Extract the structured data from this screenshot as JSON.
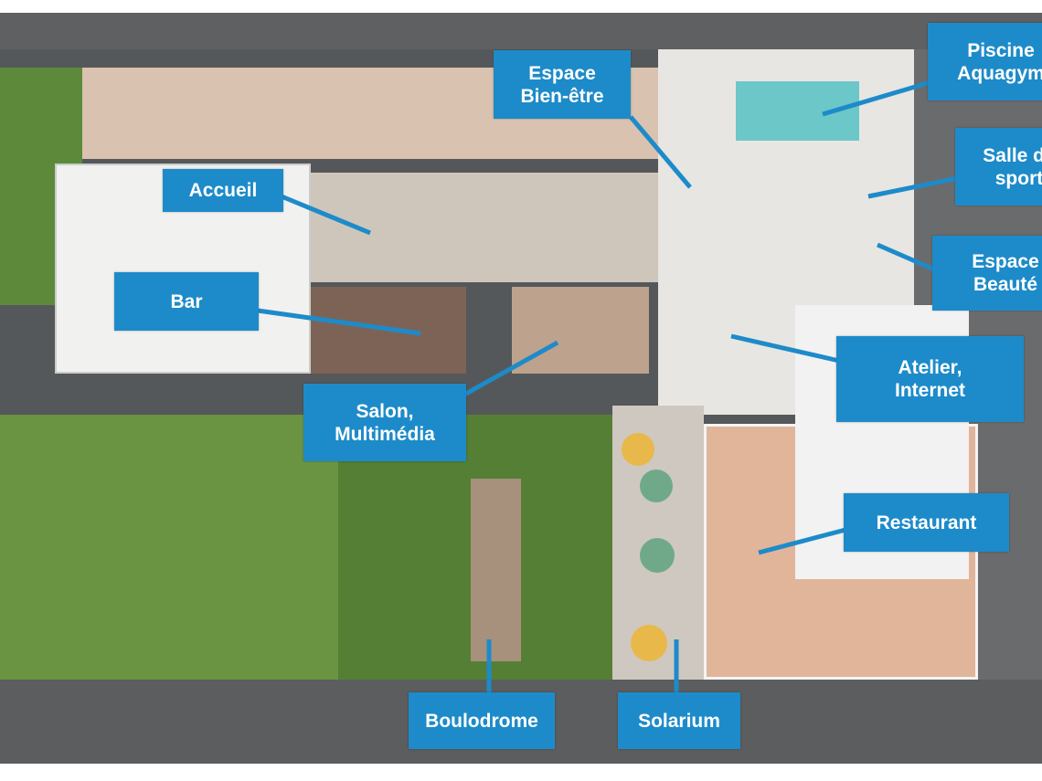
{
  "labels": {
    "espace_bien_etre": "Espace\nBien-être",
    "piscine": "Piscine\nAquagym",
    "accueil": "Accueil",
    "salle_sport": "Salle de\nsport",
    "espace_beaute": "Espace\nBeauté",
    "bar": "Bar",
    "atelier": "Atelier,\nInternet",
    "salon": "Salon,\nMultimédia",
    "restaurant": "Restaurant",
    "boulodrome": "Boulodrome",
    "solarium": "Solarium"
  },
  "colors": {
    "label_bg": "#1d8bc9",
    "label_text": "#ffffff"
  }
}
